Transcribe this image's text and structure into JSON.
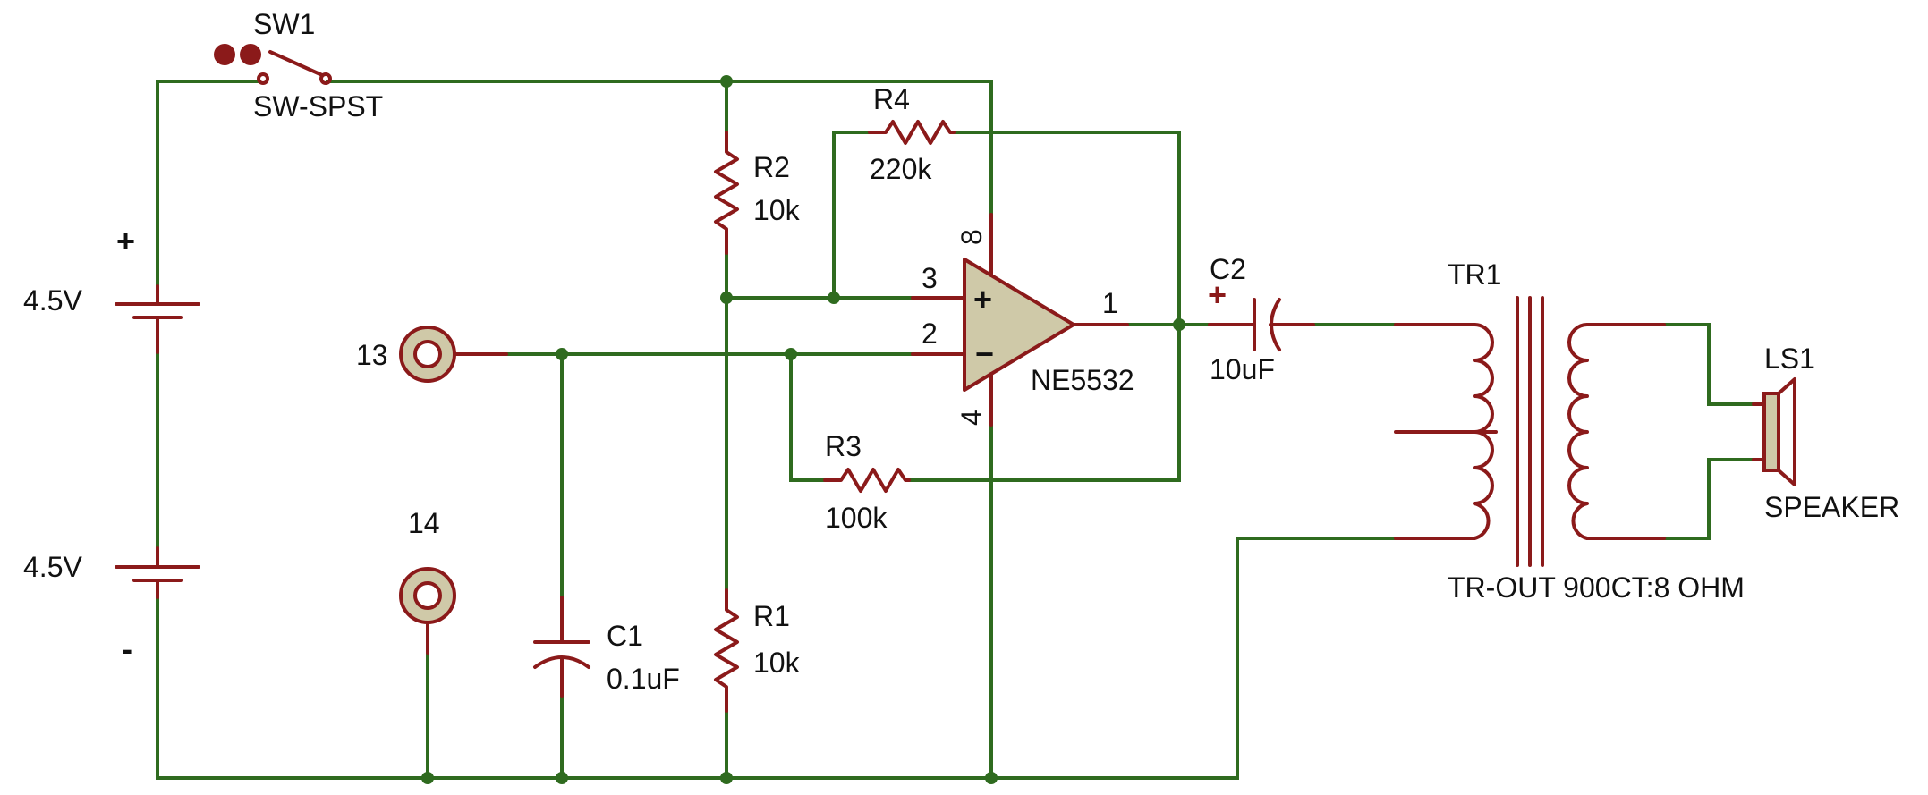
{
  "components": {
    "switch": {
      "ref": "SW1",
      "value": "SW-SPST"
    },
    "battery_top": {
      "value": "4.5V",
      "plus": "+"
    },
    "battery_bottom": {
      "value": "4.5V",
      "minus": "-"
    },
    "terminal_in": {
      "ref": "13"
    },
    "terminal_gnd": {
      "ref": "14"
    },
    "c1": {
      "ref": "C1",
      "value": "0.1uF"
    },
    "r1": {
      "ref": "R1",
      "value": "10k"
    },
    "r2": {
      "ref": "R2",
      "value": "10k"
    },
    "r3": {
      "ref": "R3",
      "value": "100k"
    },
    "r4": {
      "ref": "R4",
      "value": "220k"
    },
    "opamp": {
      "ref": "NE5532",
      "pin_plus": "3",
      "pin_minus": "2",
      "pin_out": "1",
      "pin_vcc": "8",
      "pin_gnd": "4",
      "plus_sign": "+",
      "minus_sign": "−"
    },
    "c2": {
      "ref": "C2",
      "value": "10uF",
      "plus": "+"
    },
    "tr1": {
      "ref": "TR1",
      "value": "TR-OUT 900CT:8 OHM"
    },
    "ls1": {
      "ref": "LS1",
      "value": "SPEAKER"
    }
  },
  "colors": {
    "wire": "#2f6b1f",
    "component": "#8b1a1a",
    "body_fill": "#cfc9a8",
    "text": "#111111"
  }
}
